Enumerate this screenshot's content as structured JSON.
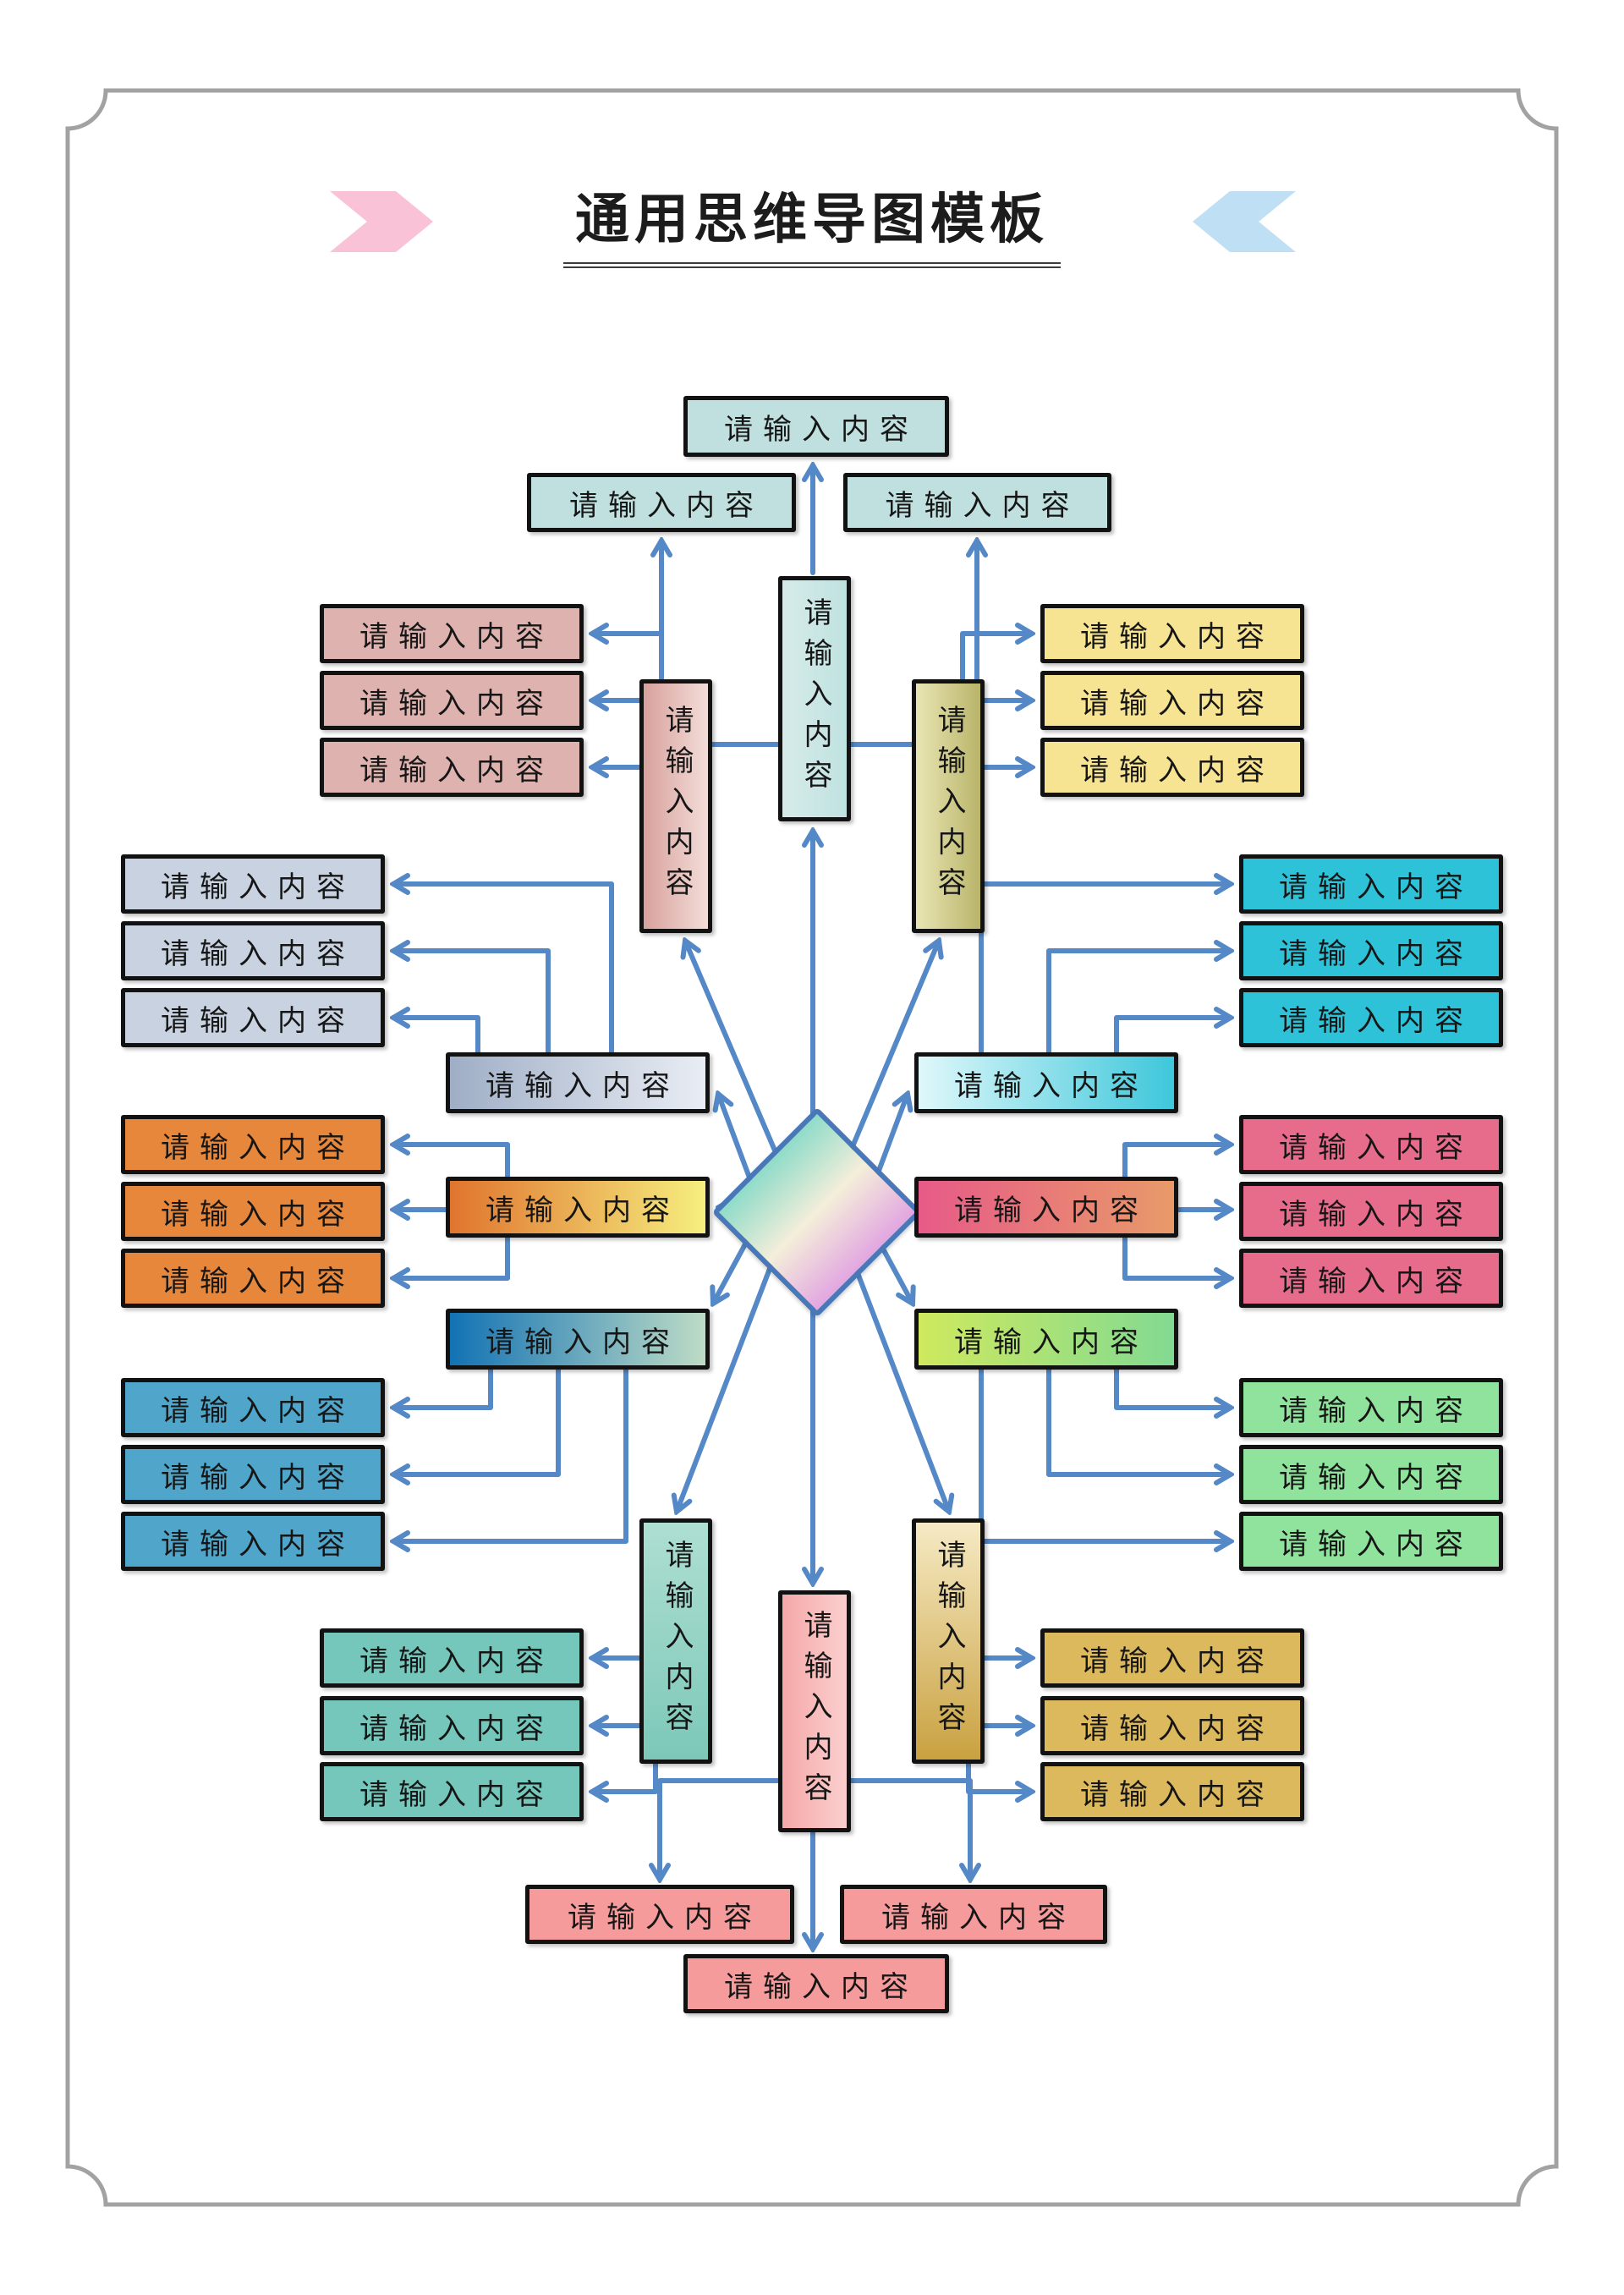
{
  "title": {
    "text": "通用思维导图模板"
  },
  "decor": {
    "left_chevron_icon": "pink-right-chevron",
    "left_chevron_color": "#F9C2D7",
    "right_chevron_icon": "blue-left-chevron",
    "right_chevron_color": "#BFDFF4",
    "frame_color": "#A2A2A2",
    "arrow_color": "#5588C6"
  },
  "center": {
    "name": "central-topic",
    "gradient": [
      "#8FDCC9",
      "#F4EEDA",
      "#E2A6E1"
    ],
    "border_color": "#4878B8"
  },
  "branches": [
    {
      "direction": "north",
      "label": "请输入内容",
      "box_gradient": [
        "#D6EBE9",
        "#BFE2E0"
      ],
      "leaf_color": "#BFE0DE",
      "children": [
        {
          "position": "top",
          "label": "请输入内容"
        },
        {
          "position": "upper-left",
          "label": "请输入内容"
        },
        {
          "position": "upper-right",
          "label": "请输入内容"
        }
      ]
    },
    {
      "direction": "northwest",
      "label": "请输入内容",
      "box_gradient": [
        "#D8A19C",
        "#F3DDD9"
      ],
      "leaf_color": "#DDB2AF",
      "children": [
        {
          "position": "row-1",
          "label": "请输入内容"
        },
        {
          "position": "row-2",
          "label": "请输入内容"
        },
        {
          "position": "row-3",
          "label": "请输入内容"
        }
      ]
    },
    {
      "direction": "northeast",
      "label": "请输入内容",
      "box_gradient": [
        "#E9E6B4",
        "#B9B46A"
      ],
      "leaf_color": "#F6E493",
      "children": [
        {
          "position": "row-1",
          "label": "请输入内容"
        },
        {
          "position": "row-2",
          "label": "请输入内容"
        },
        {
          "position": "row-3",
          "label": "请输入内容"
        }
      ]
    },
    {
      "direction": "west-upper",
      "label": "请输入内容",
      "box_gradient": [
        "#9FAEC6",
        "#E9EDF4"
      ],
      "leaf_color": "#C9D2E0",
      "children": [
        {
          "position": "row-1",
          "label": "请输入内容"
        },
        {
          "position": "row-2",
          "label": "请输入内容"
        },
        {
          "position": "row-3",
          "label": "请输入内容"
        }
      ]
    },
    {
      "direction": "east-upper",
      "label": "请输入内容",
      "box_gradient": [
        "#DFF8FA",
        "#3EC7DB"
      ],
      "leaf_color": "#2EC2D9",
      "children": [
        {
          "position": "row-1",
          "label": "请输入内容"
        },
        {
          "position": "row-2",
          "label": "请输入内容"
        },
        {
          "position": "row-3",
          "label": "请输入内容"
        }
      ]
    },
    {
      "direction": "west-middle",
      "label": "请输入内容",
      "box_gradient": [
        "#E0742E",
        "#F6EF7F"
      ],
      "leaf_color": "#E6873B",
      "children": [
        {
          "position": "row-1",
          "label": "请输入内容"
        },
        {
          "position": "row-2",
          "label": "请输入内容"
        },
        {
          "position": "row-3",
          "label": "请输入内容"
        }
      ]
    },
    {
      "direction": "east-middle",
      "label": "请输入内容",
      "box_gradient": [
        "#E75A88",
        "#E89A69"
      ],
      "leaf_color": "#E76C8C",
      "children": [
        {
          "position": "row-1",
          "label": "请输入内容"
        },
        {
          "position": "row-2",
          "label": "请输入内容"
        },
        {
          "position": "row-3",
          "label": "请输入内容"
        }
      ]
    },
    {
      "direction": "west-lower",
      "label": "请输入内容",
      "box_gradient": [
        "#1272B4",
        "#BEDCC6"
      ],
      "leaf_color": "#4FA6CA",
      "children": [
        {
          "position": "row-1",
          "label": "请输入内容"
        },
        {
          "position": "row-2",
          "label": "请输入内容"
        },
        {
          "position": "row-3",
          "label": "请输入内容"
        }
      ]
    },
    {
      "direction": "east-lower",
      "label": "请输入内容",
      "box_gradient": [
        "#CFE95E",
        "#82DA92"
      ],
      "leaf_color": "#90E39C",
      "children": [
        {
          "position": "row-1",
          "label": "请输入内容"
        },
        {
          "position": "row-2",
          "label": "请输入内容"
        },
        {
          "position": "row-3",
          "label": "请输入内容"
        }
      ]
    },
    {
      "direction": "southwest",
      "label": "请输入内容",
      "box_gradient": [
        "#AEDFD2",
        "#7CC8B8"
      ],
      "leaf_color": "#74C7BA",
      "children": [
        {
          "position": "row-1",
          "label": "请输入内容"
        },
        {
          "position": "row-2",
          "label": "请输入内容"
        },
        {
          "position": "row-3",
          "label": "请输入内容"
        }
      ]
    },
    {
      "direction": "southeast",
      "label": "请输入内容",
      "box_gradient": [
        "#F6EAC4",
        "#C9A140"
      ],
      "leaf_color": "#DDB95D",
      "children": [
        {
          "position": "row-1",
          "label": "请输入内容"
        },
        {
          "position": "row-2",
          "label": "请输入内容"
        },
        {
          "position": "row-3",
          "label": "请输入内容"
        }
      ]
    },
    {
      "direction": "south",
      "label": "请输入内容",
      "box_gradient": [
        "#F5A8A8",
        "#FBCFCF"
      ],
      "leaf_color": "#F59B9B",
      "children": [
        {
          "position": "lower-left",
          "label": "请输入内容"
        },
        {
          "position": "lower-right",
          "label": "请输入内容"
        },
        {
          "position": "bottom",
          "label": "请输入内容"
        }
      ]
    }
  ]
}
